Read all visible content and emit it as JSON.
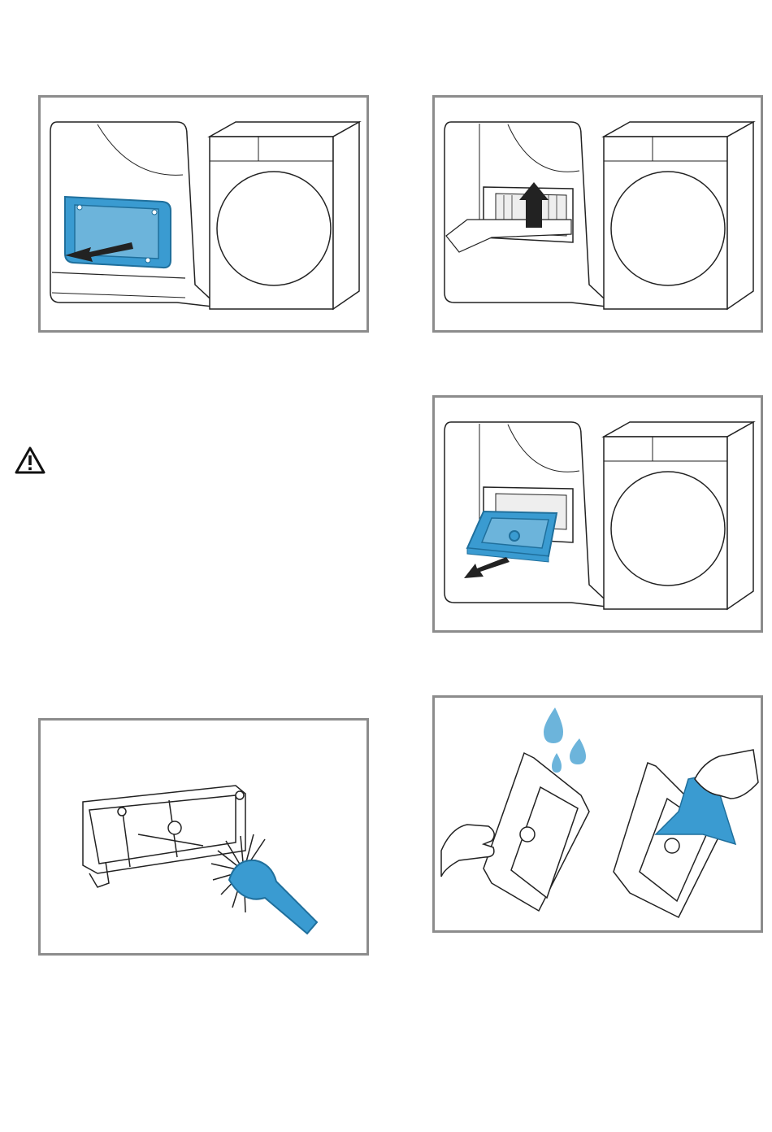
{
  "colors": {
    "frame": "#8c8c8c",
    "accent": "#3a9bd1",
    "accent_dark": "#1f6f9c",
    "water": "#6cb4db",
    "line": "#222222"
  },
  "icons": {
    "warning": "warning-triangle-icon"
  },
  "figures": [
    {
      "id": "step-1",
      "icons": [
        "dryer-icon",
        "filter-cover-icon",
        "pull-arrow-icon"
      ]
    },
    {
      "id": "step-2",
      "icons": [
        "dryer-icon",
        "filter-icon",
        "lift-arrow-icon"
      ]
    },
    {
      "id": "step-3",
      "icons": [
        "dryer-icon",
        "filter-drawer-icon",
        "pull-arrow-icon"
      ]
    },
    {
      "id": "step-4",
      "icons": [
        "filter-frame-icon",
        "brush-icon"
      ]
    },
    {
      "id": "step-5",
      "icons": [
        "filter-icon",
        "water-drops-icon",
        "hand-icon",
        "cloth-icon"
      ]
    }
  ]
}
